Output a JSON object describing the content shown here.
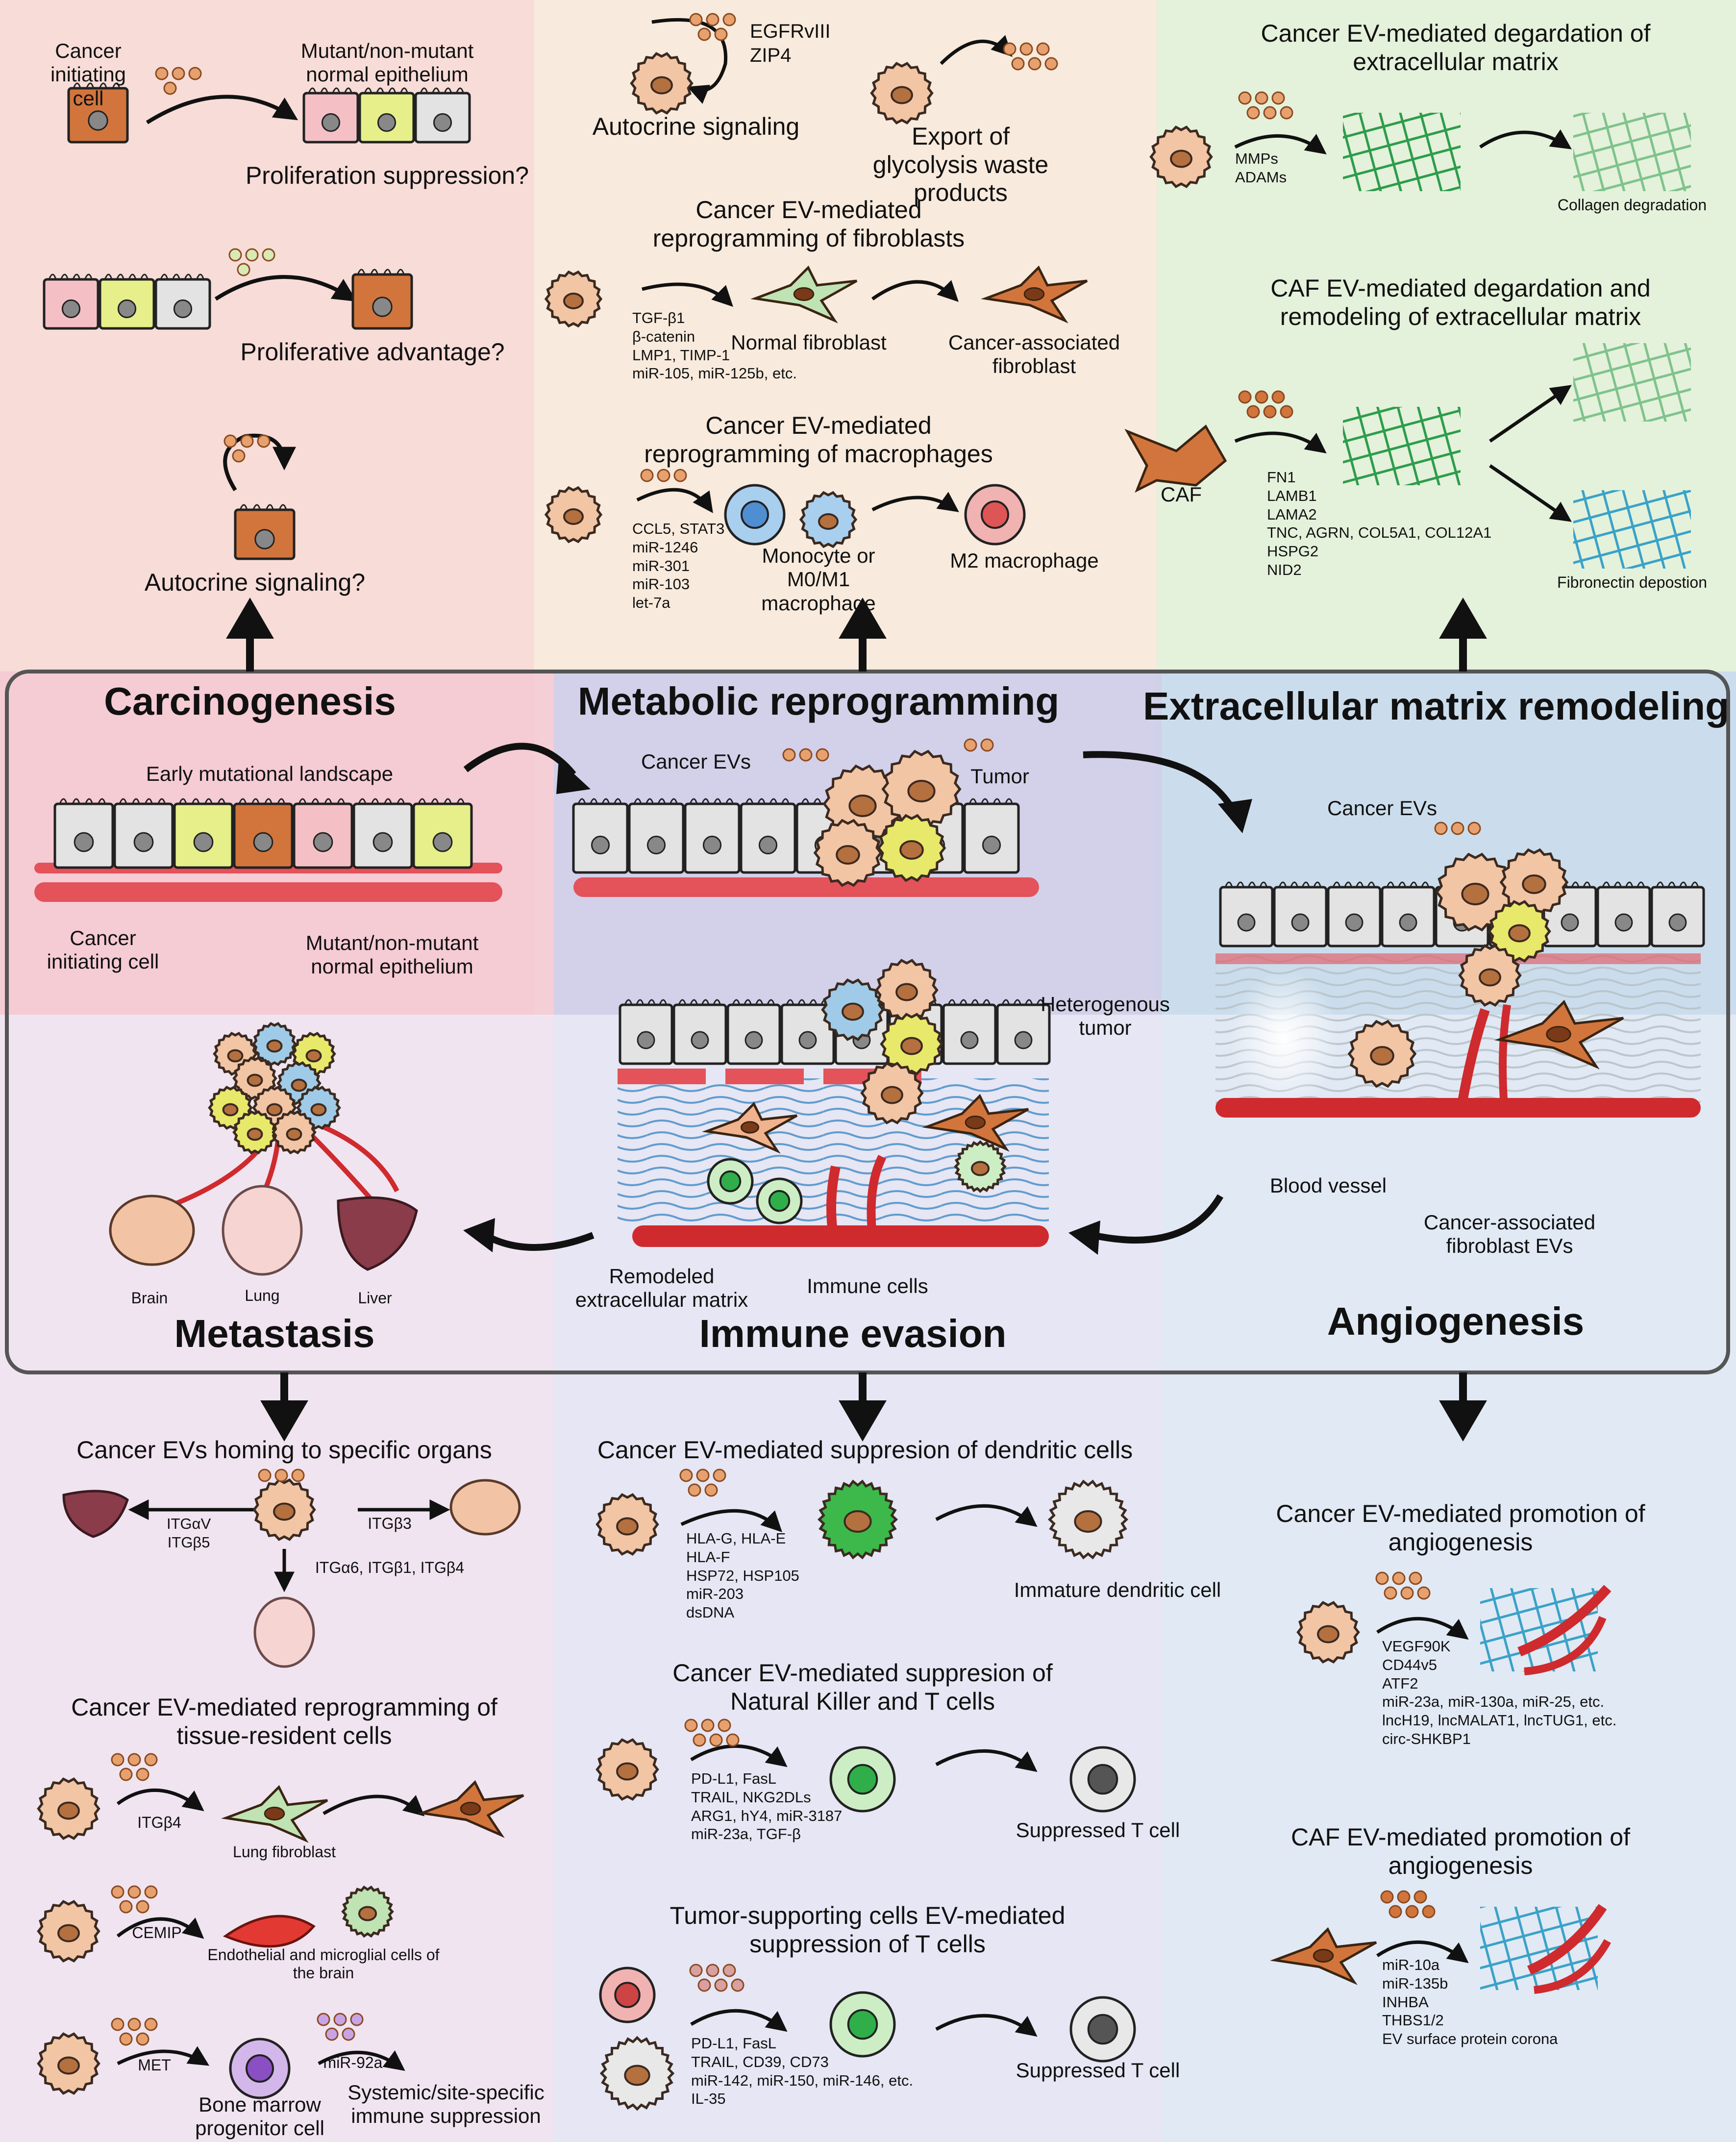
{
  "colors": {
    "carcinogenesis_bg": "#f7d9d6",
    "metabolic_bg": "#f8e9dc",
    "ecm_bg": "#e5f1dc",
    "metastasis_bg": "#ecd4e6",
    "immune_bg": "#dcdcf1",
    "angiogenesis_bg": "#dbe6f3",
    "cancer_cell": "#f2c5a5",
    "cancer_ev": "#e7a16f",
    "fibroblast": "#d2753c",
    "normal_fibroblast": "#bfe3b3",
    "collagen_green": "#2c9d4b",
    "fibronectin_blue": "#3aa2c8",
    "vessel_red": "#cf2a2e",
    "t_cell_green": "#2fae4a",
    "dendritic_green": "#3cb94a"
  },
  "hub": {
    "carcinogenesis": "Carcinogenesis",
    "metabolic": "Metabolic reprogramming",
    "ecm": "Extracellular matrix remodeling",
    "metastasis": "Metastasis",
    "immune": "Immune evasion",
    "angiogenesis": "Angiogenesis",
    "early_landscape": "Early mutational landscape",
    "cancer_initiating_cell": "Cancer initiating cell",
    "mutant_epithelium": "Mutant/non-mutant normal epithelium",
    "cancer_evs": "Cancer EVs",
    "tumor": "Tumor",
    "cancer_evs_ecm": "Cancer EVs",
    "heterogenous_tumor": "Heterogenous tumor",
    "remodeled_ecm": "Remodeled extracellular matrix",
    "immune_cells": "Immune cells",
    "blood_vessel": "Blood vessel",
    "caf_evs": "Cancer-associated fibroblast EVs",
    "brain": "Brain",
    "lung": "Lung",
    "liver": "Liver"
  },
  "carcinogenesis": {
    "cic": "Cancer initiating cell",
    "normal_epi": "Mutant/non-mutant normal epithelium",
    "prolif_suppression": "Proliferation suppression?",
    "prolif_advantage": "Proliferative advantage?",
    "autocrine": "Autocrine signaling?"
  },
  "metabolic": {
    "egfr_items": [
      "EGFRvIII",
      "ZIP4"
    ],
    "autocrine": "Autocrine signaling",
    "glycolysis": "Export of glycolysis waste products",
    "fib_title": "Cancer EV-mediated reprogramming of fibroblasts",
    "fib_cargo": [
      "TGF-β1",
      "β-catenin",
      "LMP1, TIMP-1",
      "miR-105, miR-125b, etc."
    ],
    "normal_fibroblast": "Normal fibroblast",
    "caf": "Cancer-associated fibroblast",
    "mac_title": "Cancer EV-mediated reprogramming of macrophages",
    "mac_cargo": [
      "CCL5, STAT3",
      "miR-1246",
      "miR-301",
      "miR-103",
      "let-7a"
    ],
    "monocyte": "Monocyte or M0/M1 macrophage",
    "m2": "M2 macrophage"
  },
  "ecm": {
    "title1": "Cancer EV-mediated degardation of extracellular matrix",
    "cargo1": [
      "MMPs",
      "ADAMs"
    ],
    "collagen": "Collagen degradation",
    "title2": "CAF EV-mediated degardation and remodeling of extracellular matrix",
    "caf": "CAF",
    "cargo2": [
      "FN1",
      "LAMB1",
      "LAMA2",
      "TNC, AGRN, COL5A1, COL12A1",
      "HSPG2",
      "NID2"
    ],
    "fibronectin": "Fibronectin depostion"
  },
  "metastasis": {
    "homing_title": "Cancer EVs homing to specific organs",
    "itg_liver": [
      "ITGαV",
      "ITGβ5"
    ],
    "itg_brain": "ITGβ3",
    "itg_lung": "ITGα6, ITGβ1, ITGβ4",
    "reprog_title": "Cancer EV-mediated reprogramming of tissue-resident cells",
    "itgb4": "ITGβ4",
    "lung_fibroblast": "Lung fibroblast",
    "cemip": "CEMIP",
    "endo": "Endothelial and microglial cells of the brain",
    "met": "MET",
    "mir92a": "miR-92a",
    "bone_marrow": "Bone marrow progenitor cell",
    "systemic": "Systemic/site-specific immune suppression"
  },
  "immune": {
    "dc_title": "Cancer EV-mediated suppresion of dendritic cells",
    "dc_cargo": [
      "HLA-G, HLA-E",
      "HLA-F",
      "HSP72, HSP105",
      "miR-203",
      "dsDNA"
    ],
    "immature_dc": "Immature dendritic cell",
    "nk_title": "Cancer EV-mediated suppresion of Natural Killer and T cells",
    "nk_cargo": [
      "PD-L1, FasL",
      "TRAIL, NKG2DLs",
      "ARG1, hY4, miR-3187",
      "miR-23a, TGF-β"
    ],
    "suppressed_t": "Suppressed T cell",
    "ts_title": "Tumor-supporting cells EV-mediated suppression of T cells",
    "ts_cargo": [
      "PD-L1, FasL",
      "TRAIL, CD39, CD73",
      "miR-142, miR-150, miR-146, etc.",
      "IL-35"
    ],
    "suppressed_t2": "Suppressed T cell"
  },
  "angiogenesis": {
    "title1": "Cancer EV-mediated promotion of angiogenesis",
    "cargo1": [
      "VEGF90K",
      "CD44v5",
      "ATF2",
      "miR-23a, miR-130a, miR-25, etc.",
      "lncH19, lncMALAT1, lncTUG1, etc.",
      "circ-SHKBP1"
    ],
    "title2": "CAF EV-mediated promotion of angiogenesis",
    "cargo2": [
      "miR-10a",
      "miR-135b",
      "INHBA",
      "THBS1/2",
      "EV surface protein corona"
    ]
  }
}
